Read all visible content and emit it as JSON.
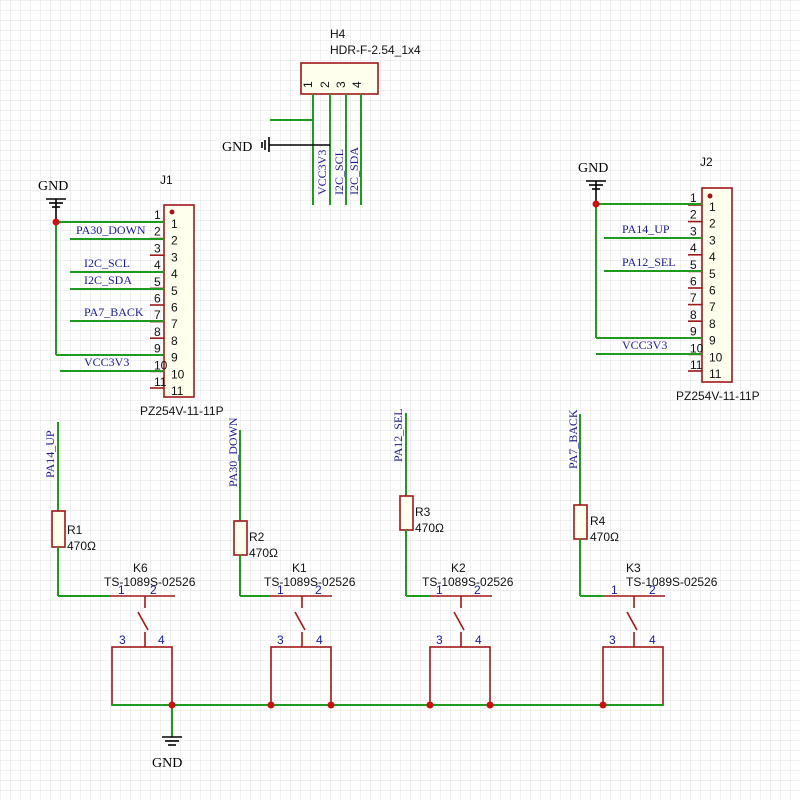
{
  "colors": {
    "wire": "#1e9a1e",
    "component_body": "#a01818",
    "net_label": "#1a1a90",
    "junction": "#cc1111",
    "grid": "#e2e2e2"
  },
  "h4": {
    "ref": "H4",
    "value": "HDR-F-2.54_1x4",
    "pins": [
      "1",
      "2",
      "3",
      "4"
    ]
  },
  "j1": {
    "ref": "J1",
    "value": "PZ254V-11-11P",
    "outer_pins": [
      "1",
      "2",
      "3",
      "4",
      "5",
      "6",
      "7",
      "8",
      "9",
      "10",
      "11"
    ],
    "inner_pins": [
      "1",
      "2",
      "3",
      "4",
      "5",
      "6",
      "7",
      "8",
      "9",
      "10",
      "11"
    ]
  },
  "j2": {
    "ref": "J2",
    "value": "PZ254V-11-11P",
    "outer_pins": [
      "1",
      "2",
      "3",
      "4",
      "5",
      "6",
      "7",
      "8",
      "9",
      "10",
      "11"
    ],
    "inner_pins": [
      "1",
      "2",
      "3",
      "4",
      "5",
      "6",
      "7",
      "8",
      "9",
      "10",
      "11"
    ]
  },
  "resistors": [
    {
      "ref": "R1",
      "value": "470Ω"
    },
    {
      "ref": "R2",
      "value": "470Ω"
    },
    {
      "ref": "R3",
      "value": "470Ω"
    },
    {
      "ref": "R4",
      "value": "470Ω"
    }
  ],
  "switches": [
    {
      "ref": "K6",
      "value": "TS-1089S-02526",
      "pins": [
        "1",
        "2",
        "3",
        "4"
      ]
    },
    {
      "ref": "K1",
      "value": "TS-1089S-02526",
      "pins": [
        "1",
        "2",
        "3",
        "4"
      ]
    },
    {
      "ref": "K2",
      "value": "TS-1089S-02526",
      "pins": [
        "1",
        "2",
        "3",
        "4"
      ]
    },
    {
      "ref": "K3",
      "value": "TS-1089S-02526",
      "pins": [
        "1",
        "2",
        "3",
        "4"
      ]
    }
  ],
  "power": {
    "gnd": "GND"
  },
  "nets": {
    "vcc": "VCC3V3",
    "scl": "I2C_SCL",
    "sda": "I2C_SDA",
    "pa30": "PA30_DOWN",
    "pa7": "PA7_BACK",
    "pa14": "PA14_UP",
    "pa12": "PA12_SEL"
  }
}
